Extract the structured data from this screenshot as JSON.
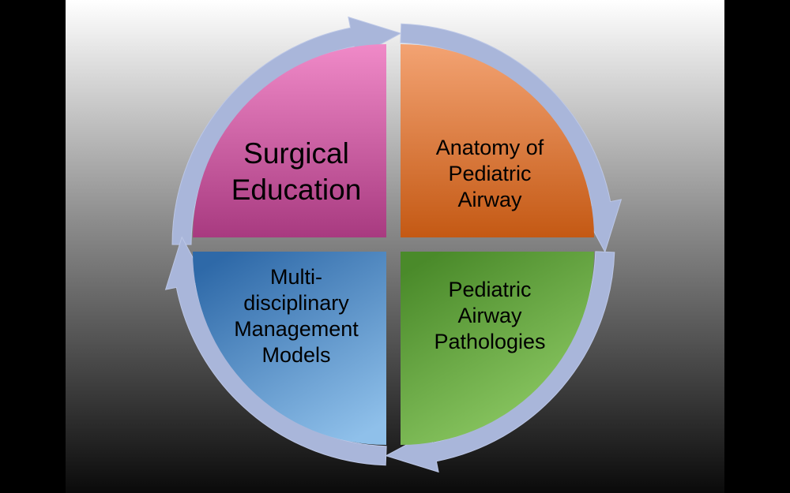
{
  "colors": {
    "slide_gradient_top": "#ffffff",
    "slide_gradient_mid": "#8c8c8c",
    "slide_gradient_bottom": "#0a0a0a",
    "ring_arrow": "#a9b6da",
    "ring_arrow_edge": "#bcc7e6"
  },
  "quadrants": {
    "top_left": {
      "lines": [
        "Surgical",
        "Education"
      ],
      "gradient_start": "#f08ac8",
      "gradient_end": "#a83a80"
    },
    "top_right": {
      "lines": [
        "Anatomy of",
        "Pediatric",
        "Airway"
      ],
      "gradient_start": "#f3a373",
      "gradient_end": "#c45914"
    },
    "bottom_right": {
      "lines": [
        "Pediatric",
        "Airway",
        "Pathologies"
      ],
      "gradient_start": "#4a8a2a",
      "gradient_end": "#94d06a"
    },
    "bottom_left": {
      "lines": [
        "Multi-",
        "disciplinary",
        "Management",
        "Models"
      ],
      "gradient_start": "#2e69a8",
      "gradient_end": "#8fc0ea"
    }
  }
}
